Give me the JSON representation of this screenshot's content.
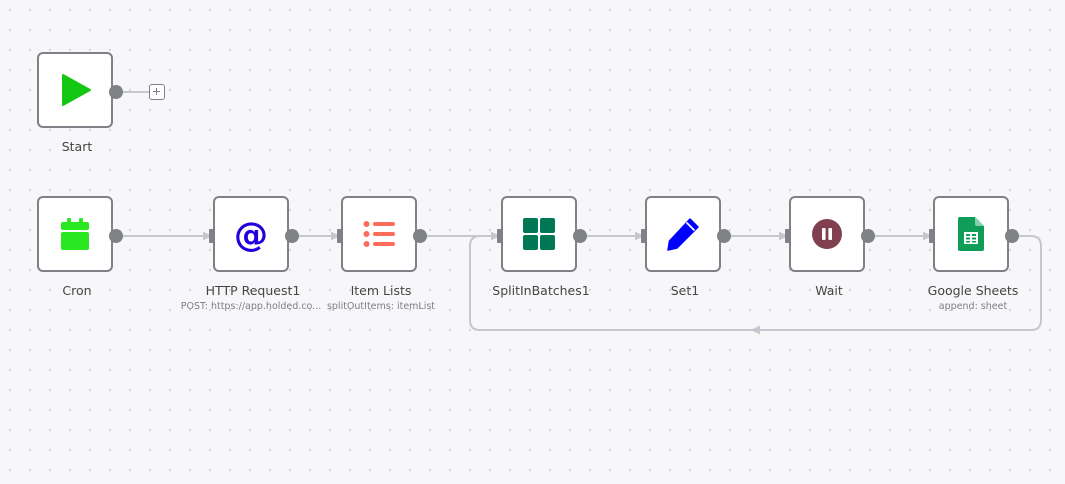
{
  "canvas": {
    "background": "#f7f7f9"
  },
  "nodes": {
    "start": {
      "label": "Start",
      "icon": "play-icon",
      "color": "#13c713"
    },
    "cron": {
      "label": "Cron",
      "icon": "calendar-icon",
      "color": "#29e821"
    },
    "http": {
      "label": "HTTP Request1",
      "subtitle": "POST: https://app.holded.co...",
      "icon": "at-icon",
      "color": "#2200dd"
    },
    "itemlists": {
      "label": "Item Lists",
      "subtitle": "splitOutItems: itemList",
      "icon": "list-icon",
      "color": "#ff6d5a"
    },
    "split": {
      "label": "SplitInBatches1",
      "icon": "grid-icon",
      "color": "#007755"
    },
    "set": {
      "label": "Set1",
      "icon": "pen-icon",
      "color": "#0000ff"
    },
    "wait": {
      "label": "Wait",
      "icon": "pause-icon",
      "color": "#804050"
    },
    "sheets": {
      "label": "Google Sheets",
      "subtitle": "append: sheet",
      "icon": "google-sheets-icon",
      "color": "#0f9d58"
    }
  },
  "connection_color": "#c5c7ce",
  "port_color": "#7e8186"
}
